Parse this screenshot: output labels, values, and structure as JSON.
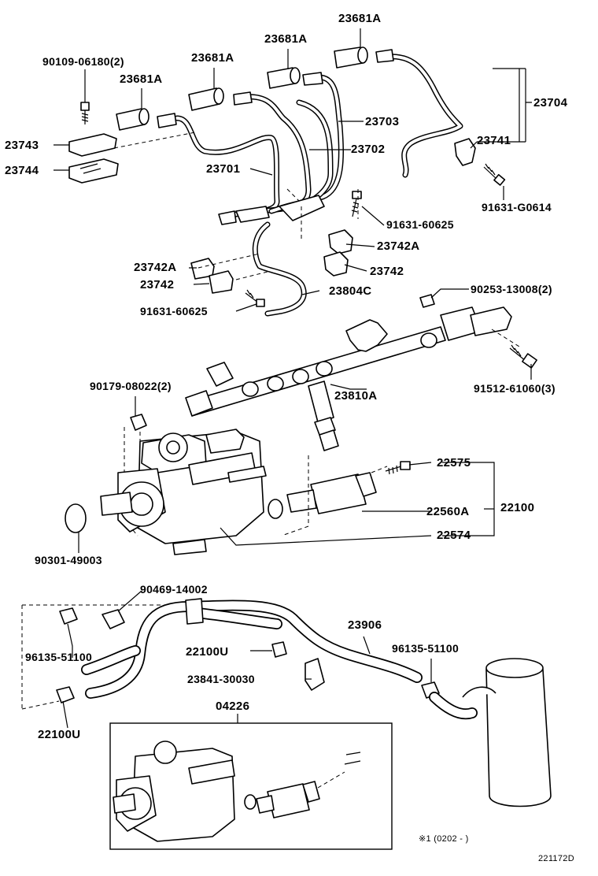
{
  "diagram_id": "221172D",
  "footnote": "※1 (0202 -        )",
  "labels": {
    "l_90109": "90109-06180(2)",
    "l_23681a_1": "23681A",
    "l_23681a_2": "23681A",
    "l_23681a_3": "23681A",
    "l_23681a_4": "23681A",
    "l_23743": "23743",
    "l_23744": "23744",
    "l_23701": "23701",
    "l_23702": "23702",
    "l_23703": "23703",
    "l_23704": "23704",
    "l_23741": "23741",
    "l_91631g": "91631-G0614",
    "l_91631_a": "91631-60625",
    "l_23742a_r": "23742A",
    "l_23742_r": "23742",
    "l_23742a_l": "23742A",
    "l_23742_l": "23742",
    "l_91631_b": "91631-60625",
    "l_23804c": "23804C",
    "l_90253": "90253-13008(2)",
    "l_91512": "91512-61060(3)",
    "l_23810a": "23810A",
    "l_90179": "90179-08022(2)",
    "l_22575": "22575",
    "l_22560a": "22560A",
    "l_22100": "22100",
    "l_22574": "22574",
    "l_90301": "90301-49003",
    "l_90469": "90469-14002",
    "l_23906": "23906",
    "l_96135_l": "96135-51100",
    "l_96135_r": "96135-51100",
    "l_22100u_m": "22100U",
    "l_23841": "23841-30030",
    "l_04226": "04226",
    "l_22100u_l": "22100U"
  }
}
